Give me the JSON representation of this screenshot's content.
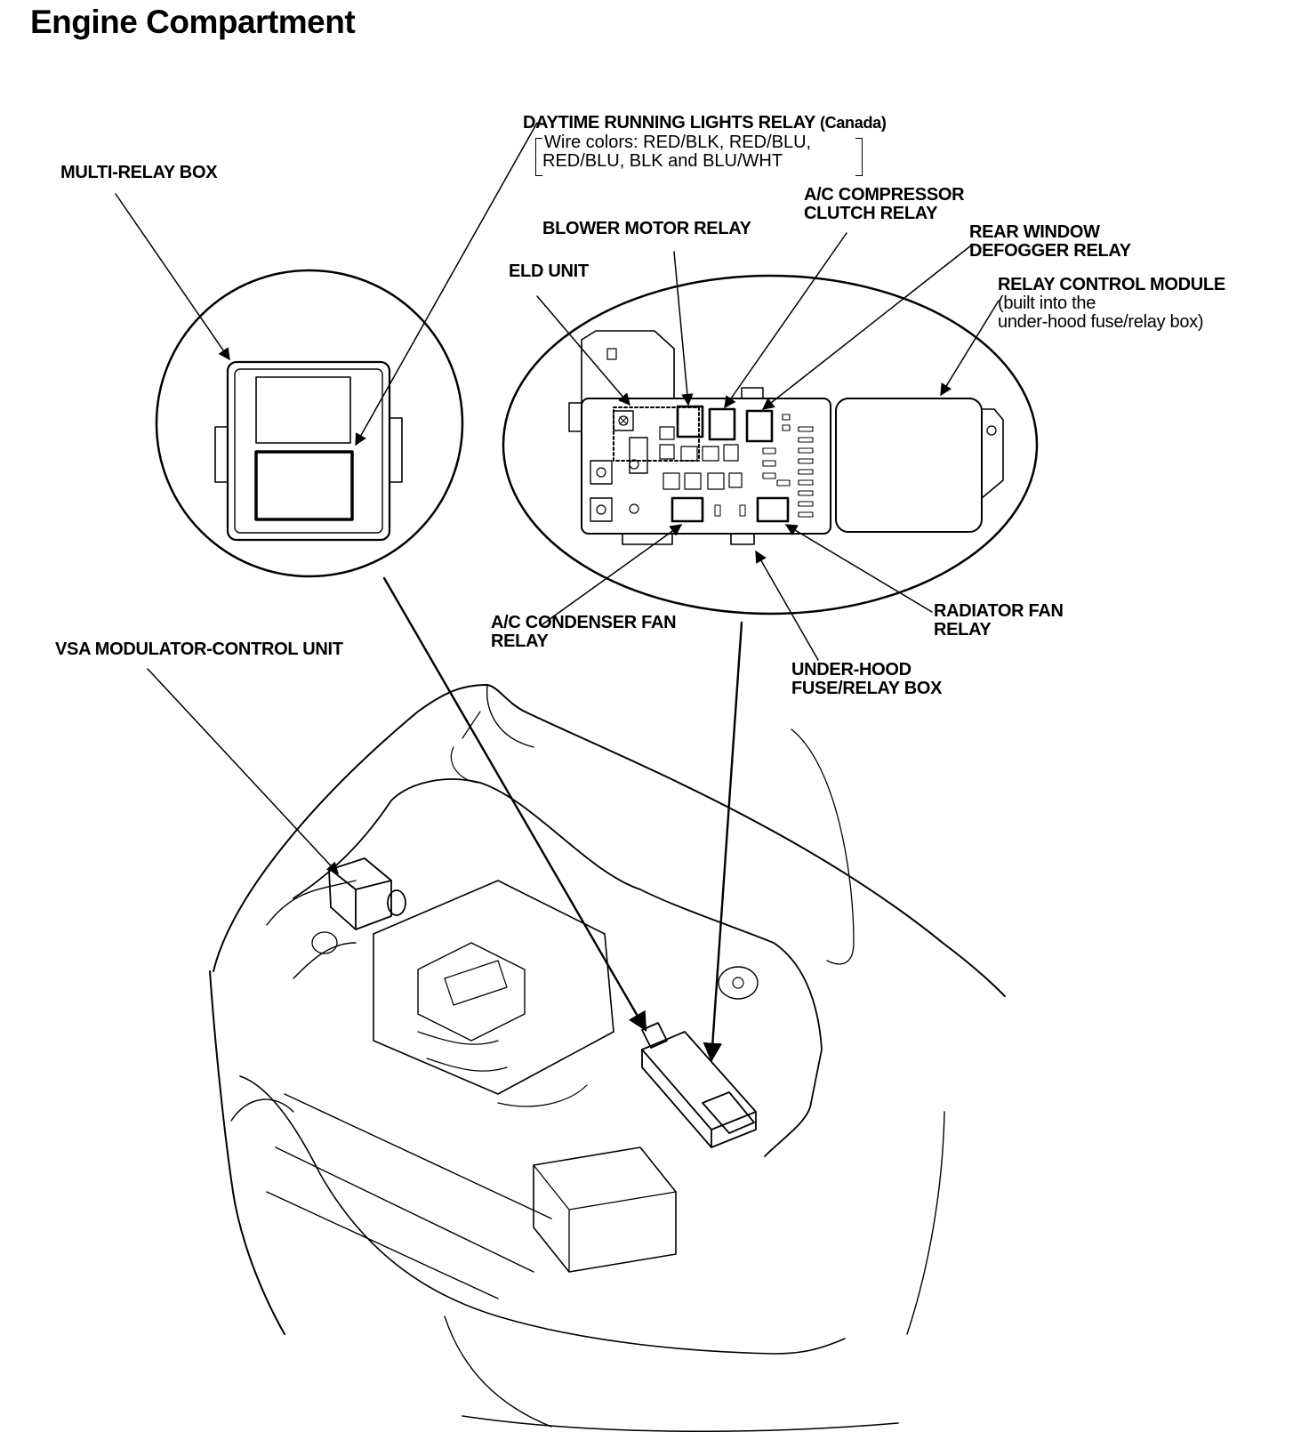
{
  "page": {
    "title": "Engine Compartment"
  },
  "labels": {
    "multi_relay_box": "MULTI-RELAY BOX",
    "drl_relay": {
      "name": "DAYTIME RUNNING LIGHTS RELAY",
      "qualifier": "(Canada)",
      "wire_line1": "Wire colors: RED/BLK, RED/BLU,",
      "wire_line2": "RED/BLU, BLK and BLU/WHT"
    },
    "ac_compressor_clutch_relay": [
      "A/C COMPRESSOR",
      "CLUTCH RELAY"
    ],
    "blower_motor_relay": "BLOWER MOTOR RELAY",
    "rear_window_defogger_relay": [
      "REAR WINDOW",
      "DEFOGGER RELAY"
    ],
    "eld_unit": "ELD UNIT",
    "relay_control_module": {
      "name": "RELAY CONTROL MODULE",
      "line2": "(built into the",
      "line3": "under-hood fuse/relay box)"
    },
    "ac_condenser_fan_relay": [
      "A/C CONDENSER FAN",
      "RELAY"
    ],
    "radiator_fan_relay": [
      "RADIATOR FAN",
      "RELAY"
    ],
    "under_hood_fuse_relay_box": [
      "UNDER-HOOD",
      "FUSE/RELAY BOX"
    ],
    "vsa_modulator_control_unit": "VSA MODULATOR-CONTROL UNIT"
  }
}
